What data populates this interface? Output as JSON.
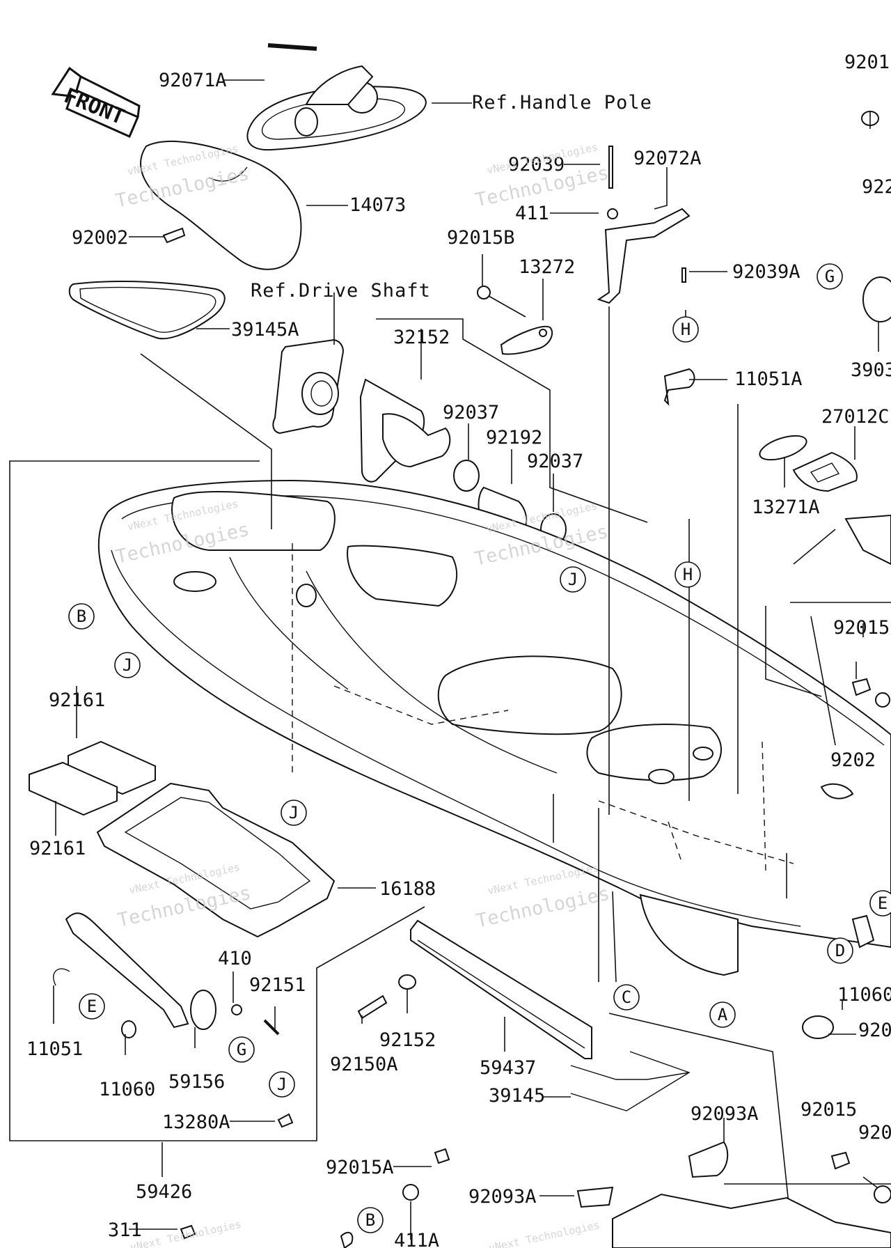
{
  "front_arrow_label": "FRONT",
  "reference_labels": {
    "handle_pole": "Ref.Handle Pole",
    "drive_shaft": "Ref.Drive Shaft"
  },
  "part_labels": {
    "p92071A": "92071A",
    "p14073": "14073",
    "p92002": "92002",
    "p39145A": "39145A",
    "p32152": "32152",
    "p92037a": "92037",
    "p92192": "92192",
    "p92037b": "92037",
    "p92039": "92039",
    "p92072A": "92072A",
    "p411": "411",
    "p92015B": "92015B",
    "p13272": "13272",
    "p92039A": "92039A",
    "p11051A": "11051A",
    "p27012C": "27012C",
    "p13271A": "13271A",
    "p3903": "3903",
    "p9201": "9201",
    "p922": "922",
    "p92015r": "92015",
    "p9202": "9202",
    "p11060r": "11060",
    "p920r": "920",
    "p92015br": "92015",
    "p920br": "920",
    "p92161a": "92161",
    "p92161b": "92161",
    "p16188": "16188",
    "p410": "410",
    "p92151": "92151",
    "p11051": "11051",
    "p11060": "11060",
    "p59156": "59156",
    "p13280A": "13280A",
    "p59426": "59426",
    "p92150A": "92150A",
    "p92152": "92152",
    "p59437": "59437",
    "p39145": "39145",
    "p92093A": "92093A",
    "p92093Ab": "92093A",
    "p92015A": "92015A",
    "p411A": "411A",
    "p311": "311"
  },
  "callout_letters": {
    "B": "B",
    "J1": "J",
    "J2": "J",
    "J3": "J",
    "J4": "J",
    "H1": "H",
    "H2": "H",
    "G1": "G",
    "G2": "G",
    "E1": "E",
    "E2": "E",
    "D": "D",
    "C": "C",
    "A": "A",
    "B2": "B"
  },
  "watermark": {
    "line1": "vNext Technologies",
    "line2": "Technologies",
    "line3": "vNext"
  },
  "colors": {
    "line": "#111111",
    "background": "#ffffff",
    "watermark": "#c8c8c8"
  }
}
